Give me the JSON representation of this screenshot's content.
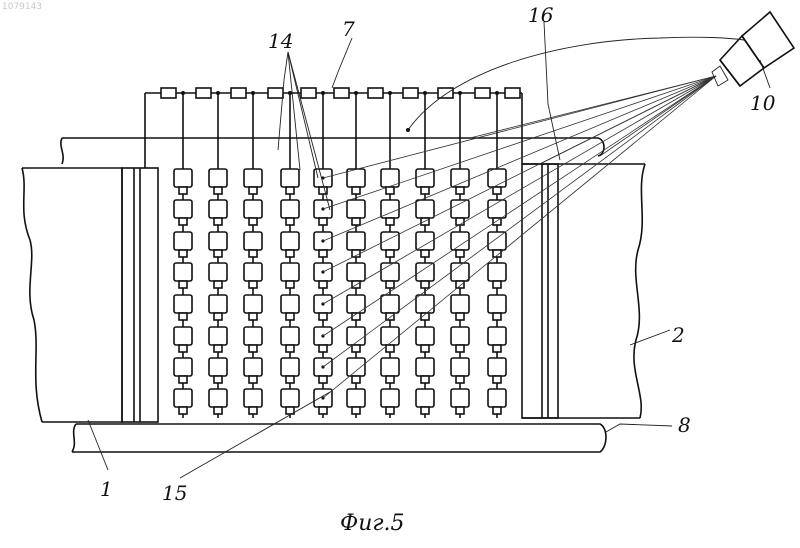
{
  "watermark": "1079143",
  "caption": "Фиг.5",
  "labels": {
    "l1": "1",
    "l2": "2",
    "l7": "7",
    "l8": "8",
    "l10": "10",
    "l14": "14",
    "l15": "15",
    "l16": "16"
  }
}
